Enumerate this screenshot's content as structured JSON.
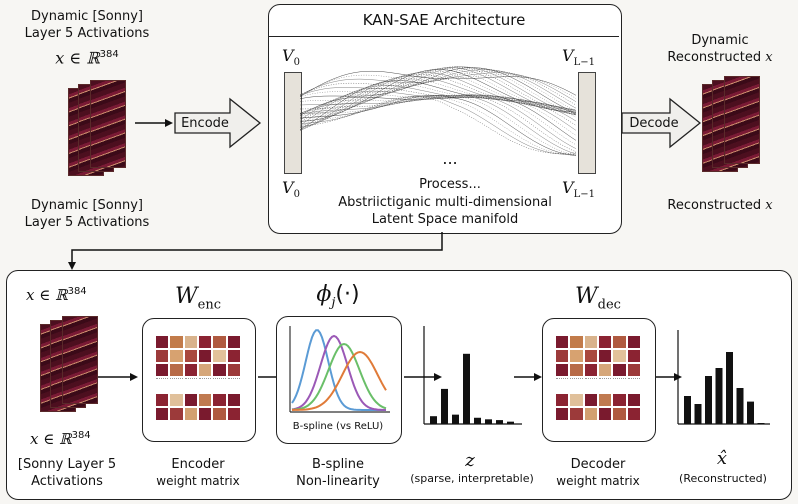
{
  "top": {
    "left_title": [
      "Dynamic [Sonny]",
      "Layer 5 Activations"
    ],
    "left_math": "x ∈ ℝ",
    "left_exp": "384",
    "left_caption": [
      "Dynamic [Sonny]",
      "Layer 5 Activations"
    ],
    "encode_label": "Encode",
    "arch_title": "KAN-SAE Architecture",
    "v0_top": "V",
    "v0_top_sub": "0",
    "v0_bot": "V",
    "v0_bot_sub": "0",
    "vl_top": "V",
    "vl_top_sub": "L−1",
    "vl_bot": "V",
    "vl_bot_sub": "L−1",
    "ellipsis": "...",
    "process": "Process...",
    "manifold": [
      "Abstriictiganic multi-dimensional",
      "Latent Space manifold"
    ],
    "decode_label": "Decode",
    "right_title": [
      "Dynamic",
      "Reconstructed"
    ],
    "right_title_math": "x",
    "right_caption": "Reconstructed",
    "right_caption_math": "x"
  },
  "bottom": {
    "input_math": "x ∈ ℝ",
    "input_exp": "384",
    "input_math2": "x ∈ ℝ",
    "input_exp2": "384",
    "input_caption": [
      "[Sonny Layer 5",
      "Activations"
    ],
    "wenc": "W",
    "wenc_sub": "enc",
    "encoder_caption": "Encoder",
    "encoder_sub": "weight matrix",
    "phi": "ϕ",
    "phi_sub": "j",
    "phi_arg": "(·)",
    "spline_label": "B-spline (vs ReLU)",
    "spline_caption": [
      "B-spline",
      "Non-linearity"
    ],
    "z": "z",
    "z_caption": "(sparse, interpretable)",
    "wdec": "W",
    "wdec_sub": "dec",
    "decoder_caption": "Decoder",
    "decoder_sub": "weight matrix",
    "xhat": "x̂",
    "xhat_caption": "(Reconstructed)"
  },
  "chart_data": [
    {
      "type": "bar",
      "name": "z",
      "values": [
        0.1,
        0.45,
        0.12,
        0.9,
        0.08,
        0.06,
        0.05,
        0.03
      ]
    },
    {
      "type": "bar",
      "name": "x_hat",
      "values": [
        0.35,
        0.25,
        0.6,
        0.7,
        0.9,
        0.45,
        0.28,
        0.01
      ]
    }
  ],
  "colors": {
    "enc_matrix": [
      "#7a1a2e",
      "#c27b4a",
      "#d9b38c",
      "#8b2332",
      "#b05a40",
      "#7a1a2e",
      "#9c3a3a",
      "#d7a270",
      "#a9483e",
      "#7a1a2e",
      "#e2c29a",
      "#8b2332",
      "#7a1a2e",
      "#b86b48",
      "#8b2332",
      "#d6a77a",
      "#7a1a2e",
      "#9c3a3a",
      "#ffffff",
      "#ffffff",
      "#ffffff",
      "#ffffff",
      "#ffffff",
      "#ffffff",
      "#8b2332",
      "#e0c09a",
      "#7a1a2e",
      "#c07a50",
      "#8b2332",
      "#7a1a2e",
      "#7a1a2e",
      "#9c3a3a",
      "#d2a070",
      "#7a1a2e",
      "#b05a40",
      "#8b2332"
    ],
    "spline_curves": [
      "#5b9bd5",
      "#9b59b6",
      "#6abf69",
      "#e07b39"
    ]
  }
}
